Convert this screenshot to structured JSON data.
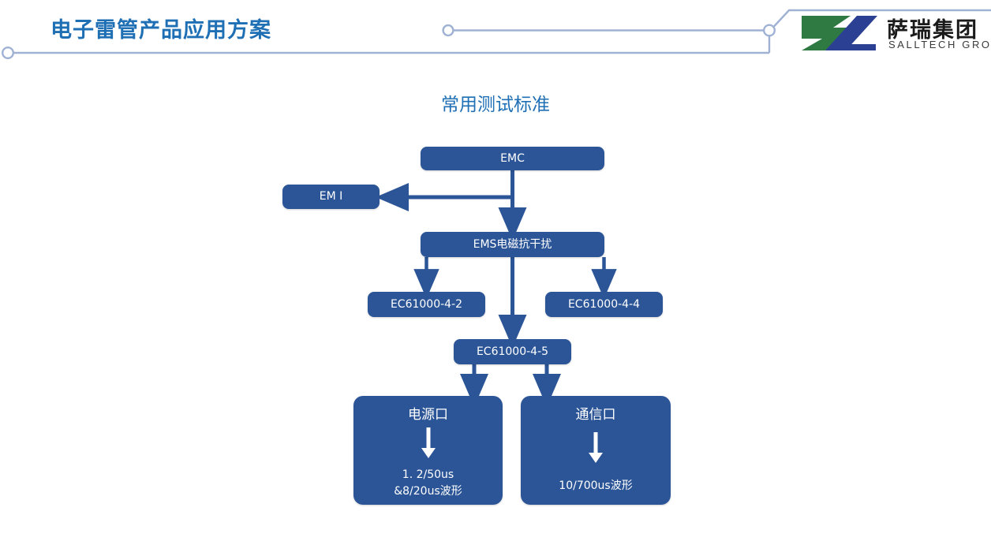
{
  "header": {
    "title": "电子雷管产品应用方案",
    "title_color": "#1f6fb5",
    "deco_line_color": "#9fb2d4",
    "logo": {
      "name_cn": "萨瑞集团",
      "name_en": "SALLTECH GROUP",
      "mark_green": "#2f7a43",
      "mark_blue": "#2b3f93"
    }
  },
  "diagram": {
    "title": "常用测试标准",
    "title_color": "#1f6fb5",
    "node_fill": "#2b5597",
    "node_text": "#ffffff",
    "connector_color": "#2b5597",
    "nodes": {
      "emc": {
        "label": "EMC"
      },
      "emi": {
        "label": "EM I"
      },
      "ems": {
        "label": "EMS电磁抗干扰"
      },
      "iec_4_2": {
        "label": "EC61000-4-2"
      },
      "iec_4_4": {
        "label": "EC61000-4-4"
      },
      "iec_4_5": {
        "label": "EC61000-4-5"
      },
      "power_port": {
        "heading": "电源口",
        "line1": "1. 2/50us",
        "line2": "&8/20us波形"
      },
      "comm_port": {
        "heading": "通信口",
        "line1": "10/700us波形"
      }
    }
  }
}
